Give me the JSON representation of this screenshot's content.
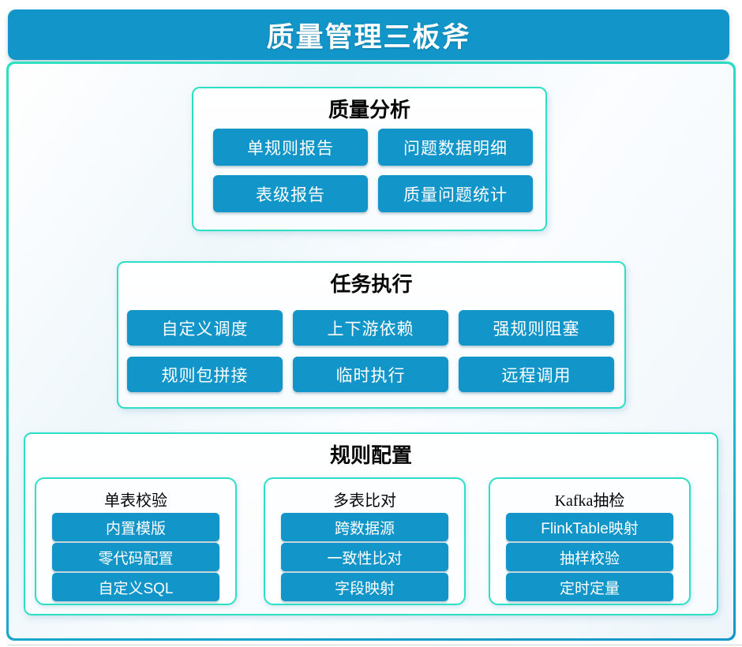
{
  "title": "质量管理三板斧",
  "colors": {
    "accent_blue": "#1295c9",
    "accent_teal": "#2ce0c5",
    "title_text": "#ffffff",
    "section_title_text": "#060606"
  },
  "sections": {
    "analysis": {
      "title": "质量分析",
      "buttons": [
        "单规则报告",
        "问题数据明细",
        "表级报告",
        "质量问题统计"
      ]
    },
    "execution": {
      "title": "任务执行",
      "buttons": [
        "自定义调度",
        "上下游依赖",
        "强规则阻塞",
        "规则包拼接",
        "临时执行",
        "远程调用"
      ]
    },
    "config": {
      "title": "规则配置",
      "groups": [
        {
          "title": "单表校验",
          "items": [
            "内置模版",
            "零代码配置",
            "自定义SQL"
          ]
        },
        {
          "title": "多表比对",
          "items": [
            "跨数据源",
            "一致性比对",
            "字段映射"
          ]
        },
        {
          "title": "Kafka抽检",
          "items": [
            "FlinkTable映射",
            "抽样校验",
            "定时定量"
          ]
        }
      ]
    }
  }
}
